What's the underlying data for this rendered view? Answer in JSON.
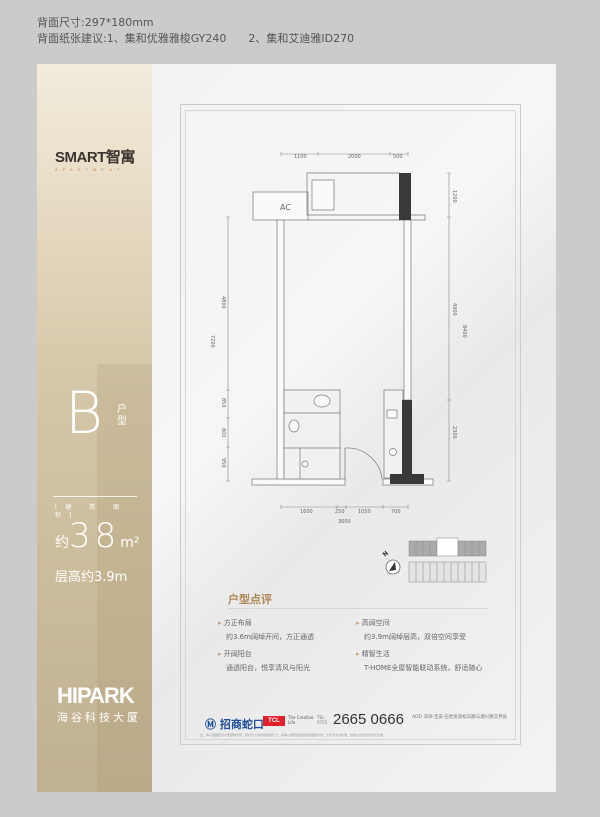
{
  "header": {
    "size": "背面尺寸:297*180mm",
    "paper": "背面纸张建议:1、集和优雅雅梭GY240　　2、集和艾迪雅ID270"
  },
  "left_panel": {
    "logo": "SMART智寓",
    "logo_sub": "APARTMENT",
    "unit_letter": "B",
    "unit_type": "户型",
    "area_label": "[建 筑 面 积]",
    "area_prefix": "约",
    "area_value": "38",
    "area_unit": "m²",
    "floor_height": "层高约3.9m",
    "brand": "HIPARK",
    "brand_sub": "海谷科技大厦"
  },
  "floorplan": {
    "ac_label": "AC",
    "dims_top": [
      "1100",
      "2000",
      "500"
    ],
    "dims_left": [
      "4800",
      "850",
      "800",
      "950"
    ],
    "dim_left_total": "7200",
    "dims_right": [
      "1200",
      "4900",
      "2300"
    ],
    "dim_right_total": "8400",
    "dims_bottom": [
      "1600",
      "250",
      "1050",
      "700"
    ],
    "dim_bottom_total": "3600"
  },
  "compass": {
    "label": "N"
  },
  "review": {
    "title": "户型点评",
    "items": [
      {
        "title": "方正布局",
        "desc": "约3.6m阔绰开间，方正通透"
      },
      {
        "title": "高阔空间",
        "desc": "约3.9m阔绰层高，双倍空间享受"
      },
      {
        "title": "开阔阳台",
        "desc": "通透阳台，悦享清风与阳光"
      },
      {
        "title": "精智生活",
        "desc": "T-HOME全屋智能联动系统，舒适随心"
      }
    ]
  },
  "footer": {
    "developer": "招商蛇口",
    "partner": "TCL",
    "partner_sub": "The Creative Life",
    "tel_label": "TEL 0755",
    "phone": "2665 0666",
    "address": "ADD 深圳·宝安·石岩街道松白路与塘兴路交界处",
    "disclaimer": "注：本户型图仅为户型结构示意，所标尺寸为建筑轴线尺寸，具体以政府最终批准的图纸为准，不作为交付标准，最终以买卖合同约定为准。"
  },
  "colors": {
    "gold": "#b08a55",
    "accent": "#e0702c",
    "wall_dark": "#3b3838"
  }
}
